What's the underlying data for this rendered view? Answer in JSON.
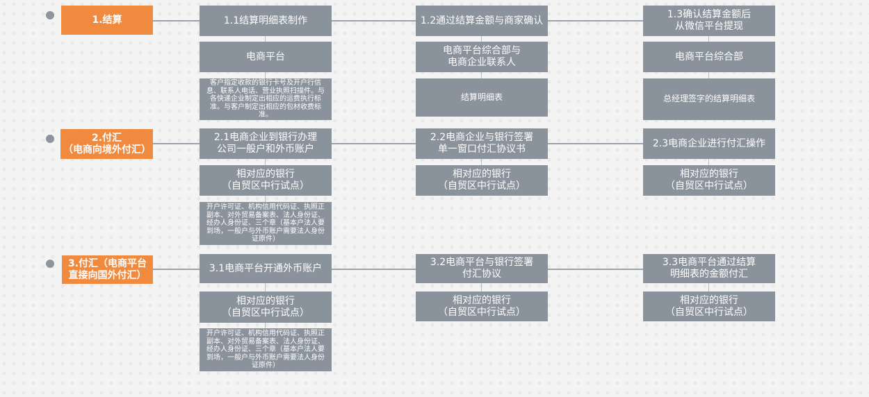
{
  "stages": [
    {
      "label": "1.结算",
      "steps": [
        {
          "title": "1.1结算明细表制作",
          "party": "电商平台",
          "docs": "客户指定收款的银行卡号及开户行信息、联系人电话、营业执照扫描件。与各快递企业制定出相应的运费执行标准。与客户制定出相应的包材收费标准。"
        },
        {
          "title": "1.2通过结算金额与商家确认",
          "party": "电商平台综合部与\n电商企业联系人",
          "docs": "结算明细表"
        },
        {
          "title": "1.3确认结算金额后\n从微信平台提现",
          "party": "电商平台综合部",
          "docs": "总经理签字的结算明细表"
        }
      ]
    },
    {
      "label": "2.付汇\n（电商向境外付汇）",
      "steps": [
        {
          "title": "2.1电商企业到银行办理\n公司一般户和外币账户",
          "party": "相对应的银行\n（自贸区中行试点）",
          "docs": "开户许可证、机构信用代码证、执照正副本、对外贸易备案表、法人身份证、经办人身份证、三个章（基本户法人要到场，一般户与外币账户需要法人身份证原件）"
        },
        {
          "title": "2.2电商企业与银行签署\n单一窗口付汇协议书",
          "party": "相对应的银行\n（自贸区中行试点）"
        },
        {
          "title": "2.3电商企业进行付汇操作",
          "party": "相对应的银行\n（自贸区中行试点）"
        }
      ]
    },
    {
      "label": "3.付汇（电商平台\n直接向国外付汇）",
      "steps": [
        {
          "title": "3.1电商平台开通外币账户",
          "party": "相对应的银行\n（自贸区中行试点）",
          "docs": "开户许可证、机构信用代码证、执照正副本、对外贸易备案表、法人身份证、经办人身份证、三个章（基本户法人要到场，一般户与外币账户需要法人身份证原件）"
        },
        {
          "title": "3.2电商平台与银行签署\n付汇协议",
          "party": "相对应的银行\n（自贸区中行试点）"
        },
        {
          "title": "3.3电商平台通过结算\n明细表的金额付汇",
          "party": "相对应的银行\n（自贸区中行试点）"
        }
      ]
    }
  ]
}
